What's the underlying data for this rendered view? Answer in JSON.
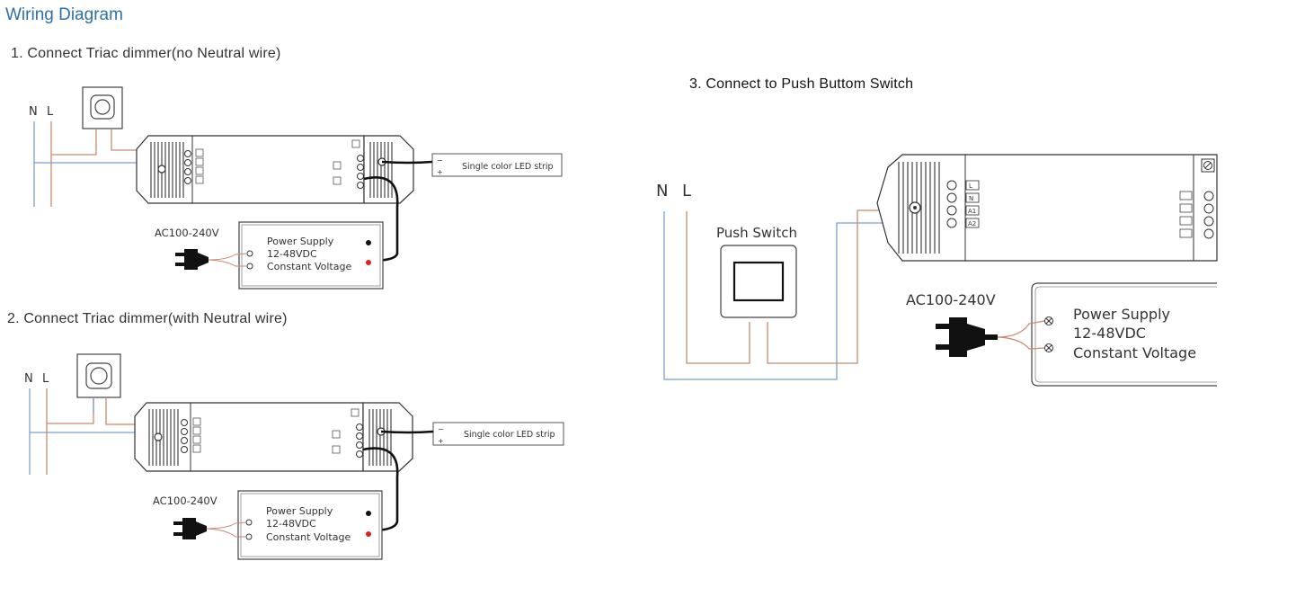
{
  "page": {
    "heading": "Wiring Diagram"
  },
  "diagram1": {
    "title": "1. Connect Triac dimmer(no Neutral wire)",
    "n_label": "N",
    "l_label": "L",
    "ac_label": "AC100-240V",
    "psu_line1": "Power Supply",
    "psu_line2": "12-48VDC",
    "psu_line3": "Constant Voltage",
    "strip_label": "Single color LED strip",
    "strip_minus": "−",
    "strip_plus": "+"
  },
  "diagram2": {
    "title": "2. Connect Triac dimmer(with Neutral wire)",
    "n_label": "N",
    "l_label": "L",
    "ac_label": "AC100-240V",
    "psu_line1": "Power Supply",
    "psu_line2": "12-48VDC",
    "psu_line3": "Constant Voltage",
    "strip_label": "Single color LED strip",
    "strip_minus": "−",
    "strip_plus": "+"
  },
  "diagram3": {
    "title": "3. Connect to Push Buttom Switch",
    "n_label": "N",
    "l_label": "L",
    "switch_label": "Push Switch",
    "ac_label": "AC100-240V",
    "psu_line1": "Power Supply",
    "psu_line2": "12-48VDC",
    "psu_line3": "Constant Voltage",
    "terminals": [
      "L",
      "N",
      "A1",
      "A2"
    ]
  },
  "colors": {
    "heading": "#2f6fa7",
    "live_wire": "#c9896e",
    "neutral_wire": "#7f9fcf",
    "red_dot": "#e02020",
    "black": "#111111"
  }
}
